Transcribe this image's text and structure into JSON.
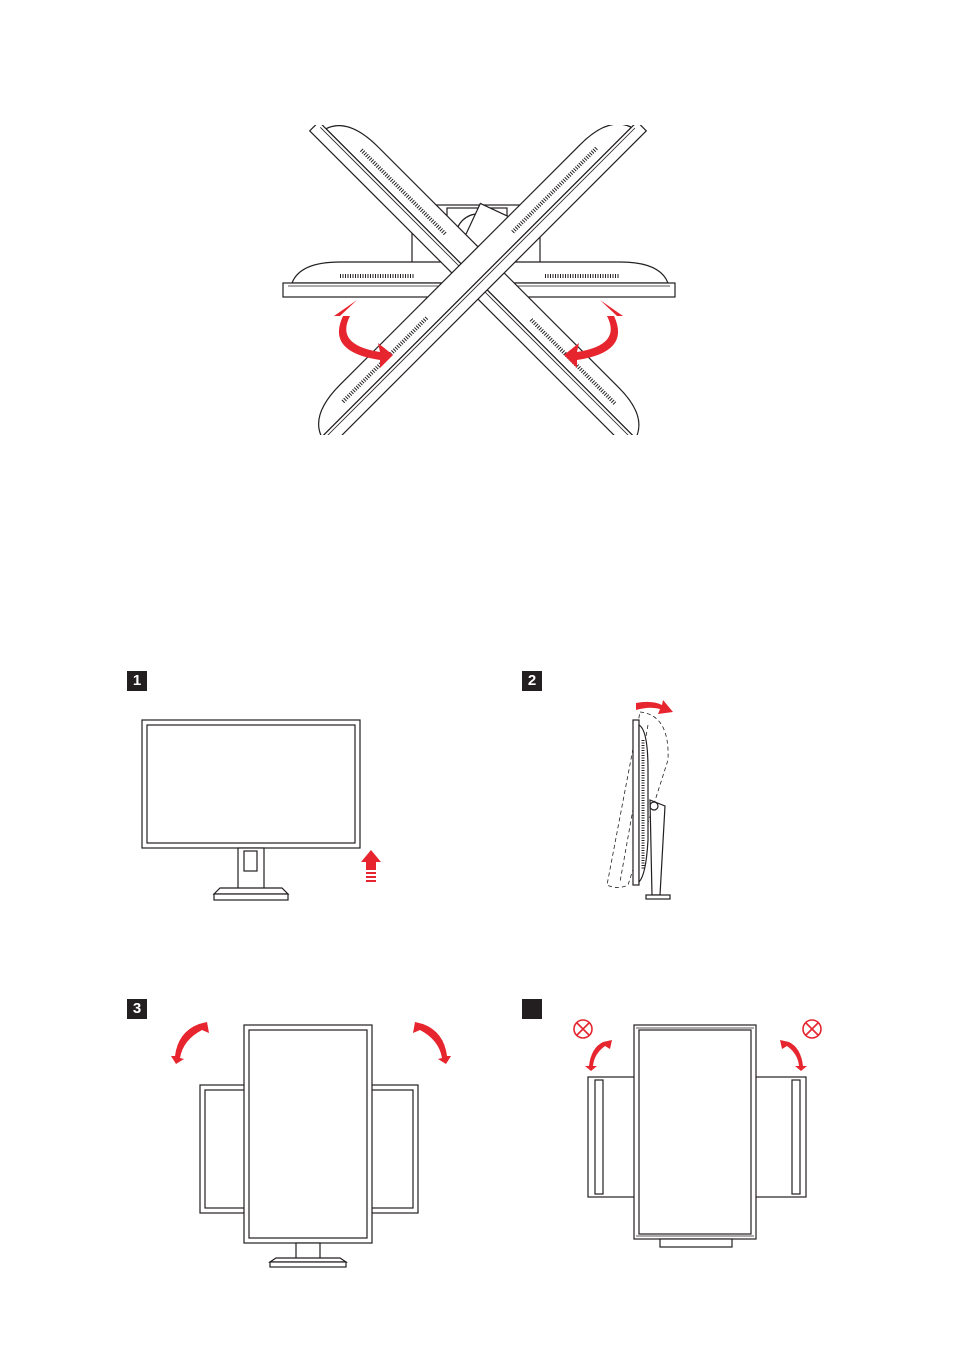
{
  "colors": {
    "line": "#231f20",
    "accent_arrow": "#e6252f",
    "badge_bg": "#231f20",
    "badge_text": "#ffffff"
  },
  "steps": [
    {
      "label": "1"
    },
    {
      "label": "2"
    },
    {
      "label": "3"
    },
    {
      "label": ""
    }
  ],
  "icons": [
    "swivel-arrow-icon",
    "lift-arrow-icon",
    "tilt-arrow-icon",
    "pivot-arrow-icon",
    "no-rotation-icon"
  ]
}
